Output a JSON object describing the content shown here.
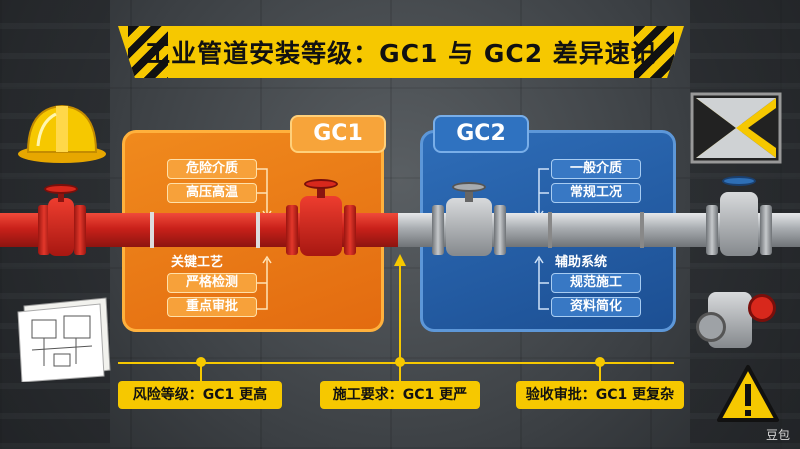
{
  "title": "工业管道安装等级：GC1 与 GC2 差异速记",
  "gc1": {
    "tag": "GC1",
    "labels_top": [
      "危险介质",
      "高压高温"
    ],
    "label_plain": "关键工艺",
    "labels_bottom": [
      "严格检测",
      "重点审批"
    ],
    "colors": {
      "panel": "#e97812",
      "pipe": "#d42a1f"
    }
  },
  "gc2": {
    "tag": "GC2",
    "labels_top": [
      "一般介质",
      "常规工况"
    ],
    "label_plain": "辅助系统",
    "labels_bottom": [
      "规范施工",
      "资料简化"
    ],
    "colors": {
      "panel": "#255ea6",
      "pipe": "#a9adb1"
    }
  },
  "comparisons": [
    "风险等级：GC1 更高",
    "施工要求：GC1 更严",
    "验收审批：GC1 更复杂"
  ],
  "watermark": "豆包",
  "icons": [
    "hard-hat-icon",
    "safety-sign-icon",
    "warning-icon",
    "blueprint-icon",
    "valve-icon"
  ],
  "accent_color": "#f6c800"
}
